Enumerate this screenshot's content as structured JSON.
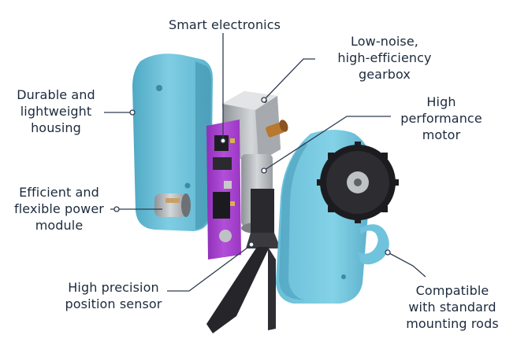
{
  "callouts": {
    "smart_electronics": [
      "Smart electronics"
    ],
    "gearbox": [
      "Low-noise,",
      "high-efficiency",
      "gearbox"
    ],
    "housing": [
      "Durable and",
      "lightweight",
      "housing"
    ],
    "motor": [
      "High",
      "performance",
      "motor"
    ],
    "power_module": [
      "Efficient and",
      "flexible power",
      "module"
    ],
    "position_sensor": [
      "High precision",
      "position sensor"
    ],
    "mounting": [
      "Compatible",
      "with standard",
      "mounting rods"
    ]
  },
  "colors": {
    "housing": "#6fc3dc",
    "pcb": "#b045d6",
    "callout_line": "#2e3c4f",
    "text": "#1c2a3d"
  }
}
